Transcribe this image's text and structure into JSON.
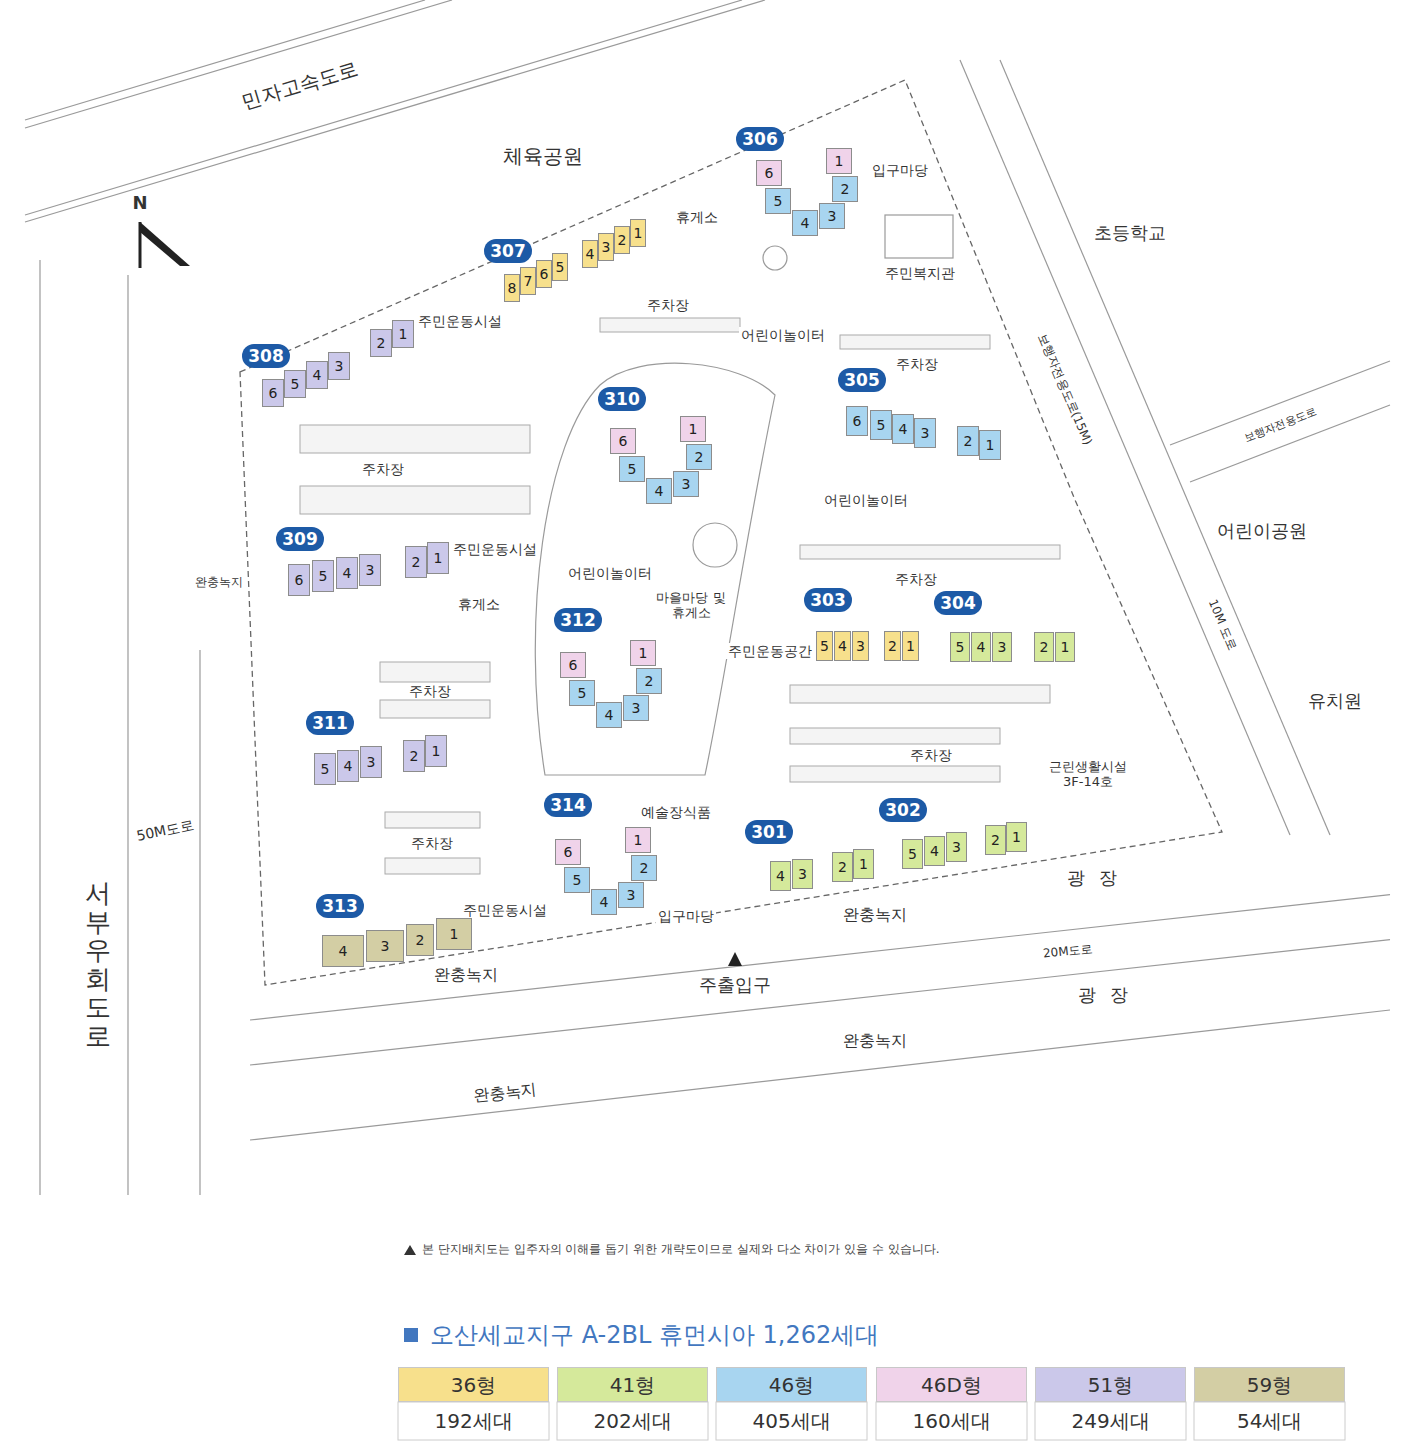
{
  "diagram": {
    "title": "오산세교지구 A-2BL 휴먼시아 1,262세대",
    "caption": "본 단지배치도는 입주자의 이해를 돕기 위한 개략도이므로 실제와 다소 차이가 있을 수 있습니다.",
    "nodes": [
      {
        "text": [
          "306"
        ]
      },
      {
        "text": [
          "1"
        ]
      },
      {
        "text": [
          "2"
        ]
      },
      {
        "text": [
          "3"
        ]
      },
      {
        "text": [
          "4"
        ]
      },
      {
        "text": [
          "5"
        ]
      },
      {
        "text": [
          "6"
        ]
      },
      {
        "text": [
          "307"
        ]
      },
      {
        "text": [
          "8"
        ]
      },
      {
        "text": [
          "7"
        ]
      },
      {
        "text": [
          "6"
        ]
      },
      {
        "text": [
          "5"
        ]
      },
      {
        "text": [
          "4"
        ]
      },
      {
        "text": [
          "3"
        ]
      },
      {
        "text": [
          "2"
        ]
      },
      {
        "text": [
          "1"
        ]
      },
      {
        "text": [
          "308"
        ]
      },
      {
        "text": [
          "6"
        ]
      },
      {
        "text": [
          "5"
        ]
      },
      {
        "text": [
          "4"
        ]
      },
      {
        "text": [
          "3"
        ]
      },
      {
        "text": [
          "2"
        ]
      },
      {
        "text": [
          "1"
        ]
      },
      {
        "text": [
          "310"
        ]
      },
      {
        "text": [
          "1"
        ]
      },
      {
        "text": [
          "2"
        ]
      },
      {
        "text": [
          "3"
        ]
      },
      {
        "text": [
          "4"
        ]
      },
      {
        "text": [
          "5"
        ]
      },
      {
        "text": [
          "6"
        ]
      },
      {
        "text": [
          "305"
        ]
      },
      {
        "text": [
          "6"
        ]
      },
      {
        "text": [
          "5"
        ]
      },
      {
        "text": [
          "4"
        ]
      },
      {
        "text": [
          "3"
        ]
      },
      {
        "text": [
          "2"
        ]
      },
      {
        "text": [
          "1"
        ]
      },
      {
        "text": [
          "309"
        ]
      },
      {
        "text": [
          "6"
        ]
      },
      {
        "text": [
          "5"
        ]
      },
      {
        "text": [
          "4"
        ]
      },
      {
        "text": [
          "3"
        ]
      },
      {
        "text": [
          "2"
        ]
      },
      {
        "text": [
          "1"
        ]
      },
      {
        "text": [
          "303"
        ]
      },
      {
        "text": [
          "5"
        ]
      },
      {
        "text": [
          "4"
        ]
      },
      {
        "text": [
          "3"
        ]
      },
      {
        "text": [
          "2"
        ]
      },
      {
        "text": [
          "1"
        ]
      },
      {
        "text": [
          "304"
        ]
      },
      {
        "text": [
          "5"
        ]
      },
      {
        "text": [
          "4"
        ]
      },
      {
        "text": [
          "3"
        ]
      },
      {
        "text": [
          "2"
        ]
      },
      {
        "text": [
          "1"
        ]
      },
      {
        "text": [
          "312"
        ]
      },
      {
        "text": [
          "1"
        ]
      },
      {
        "text": [
          "2"
        ]
      },
      {
        "text": [
          "3"
        ]
      },
      {
        "text": [
          "4"
        ]
      },
      {
        "text": [
          "5"
        ]
      },
      {
        "text": [
          "6"
        ]
      },
      {
        "text": [
          "311"
        ]
      },
      {
        "text": [
          "5"
        ]
      },
      {
        "text": [
          "4"
        ]
      },
      {
        "text": [
          "3"
        ]
      },
      {
        "text": [
          "2"
        ]
      },
      {
        "text": [
          "1"
        ]
      },
      {
        "text": [
          "314"
        ]
      },
      {
        "text": [
          "1"
        ]
      },
      {
        "text": [
          "2"
        ]
      },
      {
        "text": [
          "3"
        ]
      },
      {
        "text": [
          "4"
        ]
      },
      {
        "text": [
          "5"
        ]
      },
      {
        "text": [
          "6"
        ]
      },
      {
        "text": [
          "302"
        ]
      },
      {
        "text": [
          "5"
        ]
      },
      {
        "text": [
          "4"
        ]
      },
      {
        "text": [
          "3"
        ]
      },
      {
        "text": [
          "2"
        ]
      },
      {
        "text": [
          "1"
        ]
      },
      {
        "text": [
          "301"
        ]
      },
      {
        "text": [
          "4"
        ]
      },
      {
        "text": [
          "3"
        ]
      },
      {
        "text": [
          "2"
        ]
      },
      {
        "text": [
          "1"
        ]
      },
      {
        "text": [
          "313"
        ]
      },
      {
        "text": [
          "4"
        ]
      },
      {
        "text": [
          "3"
        ]
      },
      {
        "text": [
          "2"
        ]
      },
      {
        "text": [
          "1"
        ]
      }
    ],
    "labels": [
      "민자고속도로",
      "체육공원",
      "N",
      "입구마당",
      "휴게소",
      "초등학교",
      "주민복지관",
      "주민운동시설",
      "주차장",
      "어린이놀이터",
      "주차장",
      "보행자전용도로(15M)",
      "보행자전용도로",
      "주차장",
      "어린이놀이터",
      "어린이공원",
      "주민운동시설",
      "어린이놀이터",
      "주차장",
      "완충녹지",
      "마을마당 및 휴게소",
      "휴게소",
      "10M 도로",
      "주민운동공간",
      "주차장",
      "유치원",
      "주차장",
      "근린생활시설 3F-14호",
      "예술장식품",
      "주차장",
      "50M도로",
      "광장",
      "서부우회도로",
      "주민운동시설",
      "완충녹지",
      "입구마당",
      "20M도로",
      "주출입구",
      "완충녹지",
      "광장",
      "완충녹지",
      "완충녹지",
      "192세대",
      "202세대",
      "405세대",
      "160세대",
      "249세대",
      "54세대"
    ],
    "legend": [
      {
        "text": "36형",
        "color": "#f7e08c"
      },
      {
        "text": "41형",
        "color": "#d5e99b"
      },
      {
        "text": "46형",
        "color": "#a8d5f0"
      },
      {
        "text": "46D형",
        "color": "#f0d3ea"
      },
      {
        "text": "51형",
        "color": "#cbc8ea"
      },
      {
        "text": "59형",
        "color": "#d3cea4"
      }
    ]
  }
}
